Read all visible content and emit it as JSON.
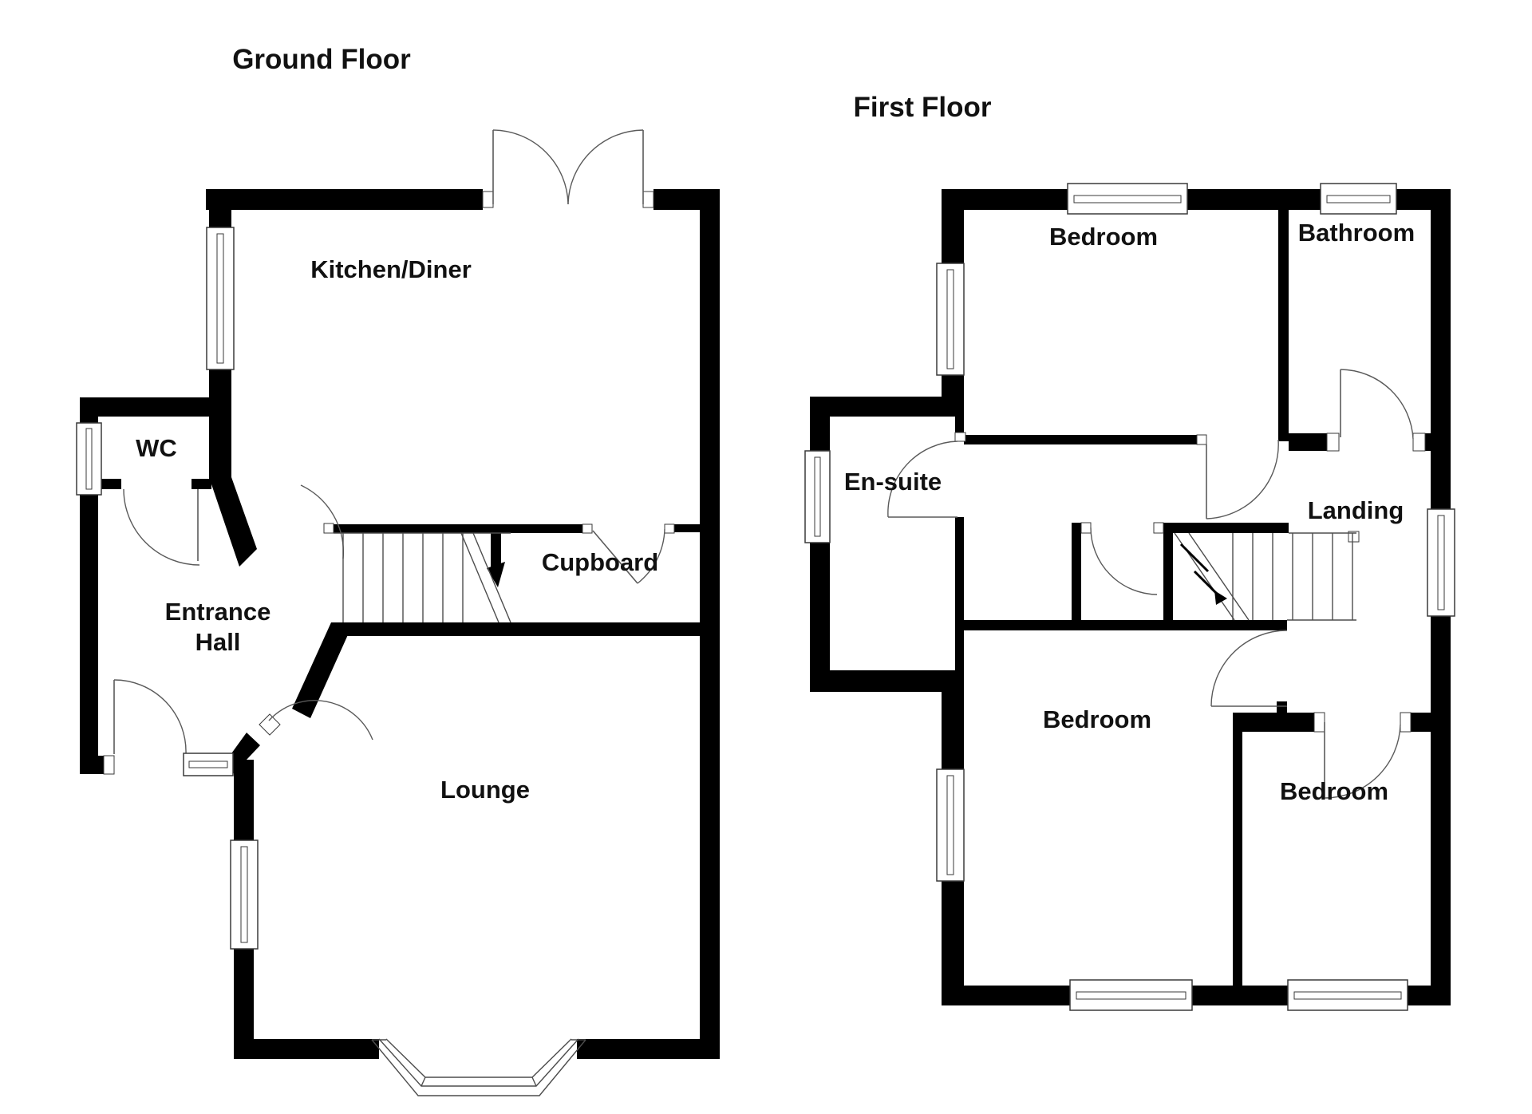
{
  "ground_floor": {
    "title": "Ground Floor",
    "rooms": {
      "kitchen_diner": "Kitchen/Diner",
      "wc": "WC",
      "entrance_hall_line1": "Entrance",
      "entrance_hall_line2": "Hall",
      "cupboard": "Cupboard",
      "lounge": "Lounge"
    }
  },
  "first_floor": {
    "title": "First Floor",
    "rooms": {
      "bedroom_1": "Bedroom",
      "bathroom": "Bathroom",
      "en_suite": "En-suite",
      "landing": "Landing",
      "bedroom_2": "Bedroom",
      "bedroom_3": "Bedroom"
    }
  },
  "colors": {
    "wall": "#000000",
    "line": "#4d4d4d",
    "background": "#ffffff"
  }
}
